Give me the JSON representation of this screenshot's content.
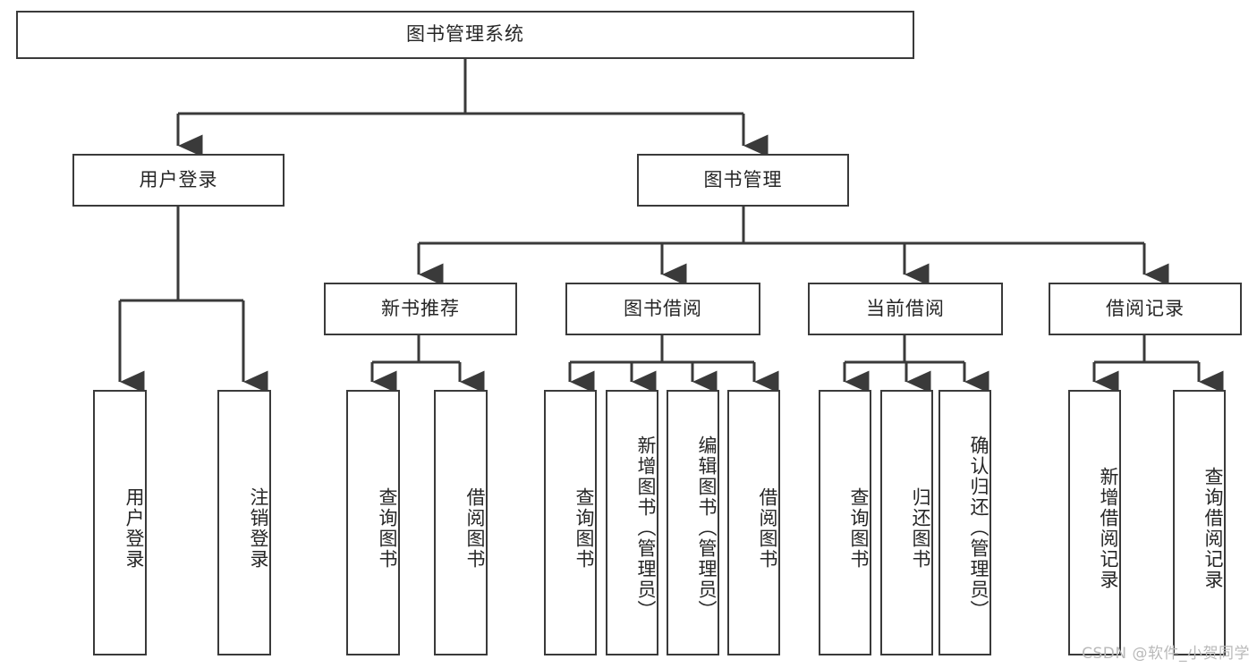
{
  "diagram": {
    "title": "图书管理系统",
    "type": "tree-hierarchy",
    "root": {
      "id": "root",
      "label": "图书管理系统"
    },
    "level2": [
      {
        "id": "user-login",
        "label": "用户登录"
      },
      {
        "id": "book-manage",
        "label": "图书管理"
      }
    ],
    "level3": [
      {
        "id": "new-book-rec",
        "label": "新书推荐",
        "parent": "book-manage"
      },
      {
        "id": "book-borrow",
        "label": "图书借阅",
        "parent": "book-manage"
      },
      {
        "id": "current-borrow",
        "label": "当前借阅",
        "parent": "book-manage"
      },
      {
        "id": "borrow-record",
        "label": "借阅记录",
        "parent": "book-manage"
      }
    ],
    "leaves": {
      "user_login": [
        {
          "id": "leaf-user-login",
          "label": "用户登录"
        },
        {
          "id": "leaf-user-logout",
          "label": "注销登录"
        }
      ],
      "new_book_rec": [
        {
          "id": "leaf-query-book-1",
          "label": "查询图书"
        },
        {
          "id": "leaf-borrow-book-1",
          "label": "借阅图书"
        }
      ],
      "book_borrow": [
        {
          "id": "leaf-query-book-2",
          "label": "查询图书"
        },
        {
          "id": "leaf-add-book",
          "label": "新增图书（管理员）"
        },
        {
          "id": "leaf-edit-book",
          "label": "编辑图书（管理员）"
        },
        {
          "id": "leaf-borrow-book-2",
          "label": "借阅图书"
        }
      ],
      "current_borrow": [
        {
          "id": "leaf-query-book-3",
          "label": "查询图书"
        },
        {
          "id": "leaf-return-book",
          "label": "归还图书"
        },
        {
          "id": "leaf-confirm-return",
          "label": "确认归还（管理员）"
        }
      ],
      "borrow_record": [
        {
          "id": "leaf-add-record",
          "label": "新增借阅记录"
        },
        {
          "id": "leaf-query-record",
          "label": "查询借阅记录"
        }
      ]
    }
  },
  "watermark": {
    "text": "CSDN @软件_小贺同学"
  },
  "colors": {
    "background": "#ffffff",
    "box_border": "#3a3a3a",
    "box_fill": "#ffffff",
    "text": "#262626",
    "connector": "#3a3a3a",
    "watermark": "#b9b9b9"
  }
}
